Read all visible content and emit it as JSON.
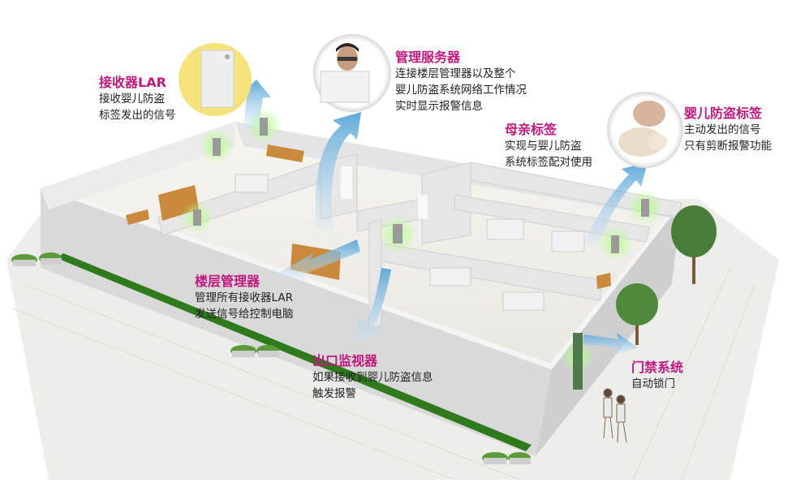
{
  "colors": {
    "title": "#c0187f",
    "body_text": "#222222",
    "arrow": "#6aaed6",
    "wall": "#e3e3e3",
    "floor": "#f3f2ee",
    "furniture": "#c98a3b",
    "device_glow": "#9ef27a",
    "hedge": "#2f7a1c"
  },
  "annotations": {
    "receiver": {
      "title": "接收器LAR",
      "lines": [
        "接收婴儿防盗",
        "标签发出的信号"
      ]
    },
    "server": {
      "title": "管理服务器",
      "lines": [
        "连接楼层管理器以及整个",
        "婴儿防盗系统网络工作情况",
        "实时显示报警信息"
      ]
    },
    "mother_tag": {
      "title": "母亲标签",
      "lines": [
        "实现与婴儿防盗",
        "系统标签配对使用"
      ]
    },
    "baby_tag": {
      "title": "婴儿防盗标签",
      "lines": [
        "主动发出的信号",
        "只有剪断报警功能"
      ]
    },
    "floor_manager": {
      "title": "楼层管理器",
      "lines": [
        "管理所有接收器LAR",
        "发送信号给控制电脑"
      ]
    },
    "exit_monitor": {
      "title": "出口监视器",
      "lines": [
        "如果接收到婴儿防盗信息",
        "触发报警"
      ]
    },
    "access_control": {
      "title": "门禁系统",
      "lines": [
        "自动锁门"
      ]
    }
  }
}
